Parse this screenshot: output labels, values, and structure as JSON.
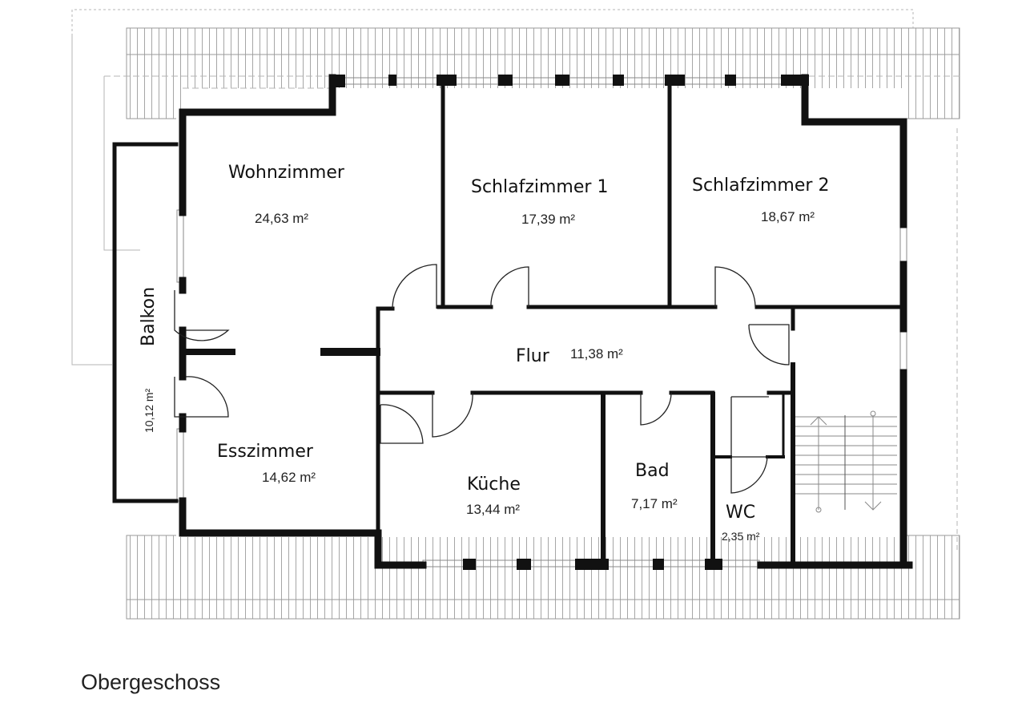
{
  "caption": "Obergeschoss",
  "rooms": {
    "wohnzimmer": {
      "name": "Wohnzimmer",
      "area": "24,63 m²"
    },
    "schlafzimmer1": {
      "name": "Schlafzimmer 1",
      "area": "17,39 m²"
    },
    "schlafzimmer2": {
      "name": "Schlafzimmer 2",
      "area": "18,67 m²"
    },
    "flur": {
      "name": "Flur",
      "area": "11,38 m²"
    },
    "esszimmer": {
      "name": "Esszimmer",
      "area": "14,62 m²"
    },
    "kueche": {
      "name": "Küche",
      "area": "13,44 m²"
    },
    "bad": {
      "name": "Bad",
      "area": "7,17 m²"
    },
    "wc": {
      "name": "WC",
      "area": "2,35 m²"
    },
    "balkon": {
      "name": "Balkon",
      "area": "10,12 m²"
    }
  },
  "colors": {
    "wall": "#111111",
    "roof": "#9a9a9a",
    "dash": "#b0b0b0"
  }
}
